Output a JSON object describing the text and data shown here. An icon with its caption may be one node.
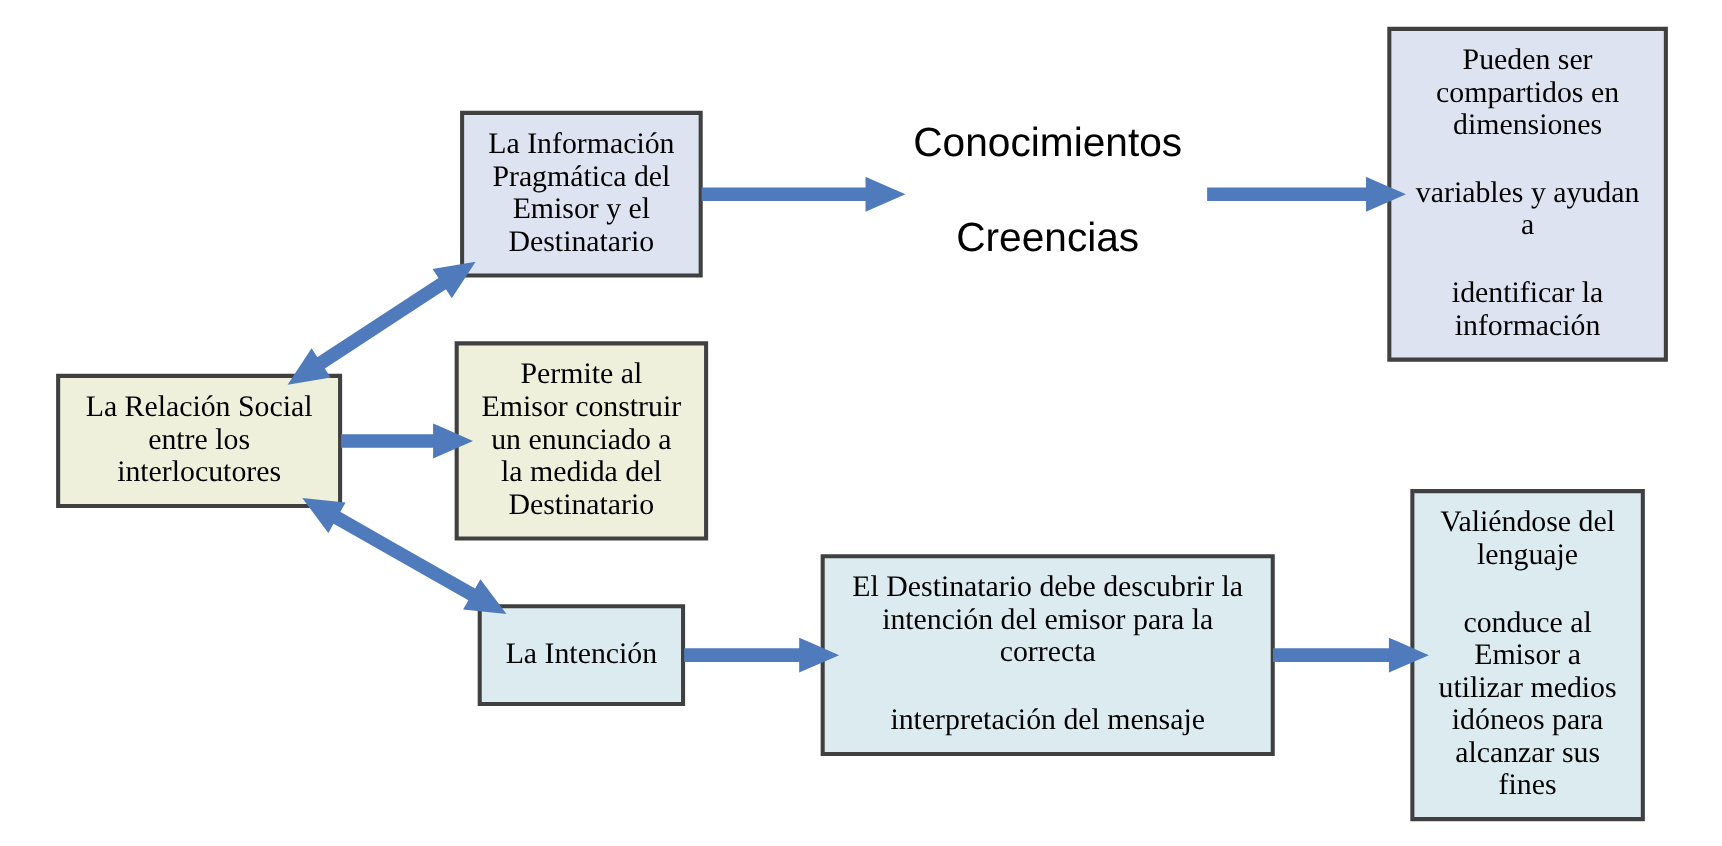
{
  "diagram": {
    "nodes": [
      {
        "text": [
          "La Información Pragmática del Emisor y el Destinatario"
        ]
      },
      {
        "text": [
          "Conocimientos",
          "Creencias"
        ]
      },
      {
        "text": [
          "Pueden ser compartidos en dimensiones",
          "variables y ayudan a",
          "identificar la información"
        ]
      },
      {
        "text": [
          "La Relación Social entre los interlocutores"
        ]
      },
      {
        "text": [
          "Permite al Emisor construir un enunciado a la medida del Destinatario"
        ]
      },
      {
        "text": [
          "La Intención"
        ]
      },
      {
        "text": [
          "Valiéndose del lenguaje",
          "conduce al Emisor a utilizar medios idóneos para alcanzar sus fines"
        ]
      },
      {
        "text": [
          "El Destinatario debe descubrir la intención del emisor para la correcta",
          "interpretación del mensaje"
        ]
      }
    ],
    "edges": [
      {
        "from": 3,
        "to": 0,
        "arrow": "both"
      },
      {
        "from": 3,
        "to": 5,
        "arrow": "both"
      },
      {
        "from": 0,
        "to": 1,
        "arrow": "to"
      },
      {
        "from": 1,
        "to": 2,
        "arrow": "to"
      },
      {
        "from": 3,
        "to": 4,
        "arrow": "to"
      },
      {
        "from": 5,
        "to": 7,
        "arrow": "to"
      },
      {
        "from": 7,
        "to": 6,
        "arrow": "to"
      }
    ]
  }
}
